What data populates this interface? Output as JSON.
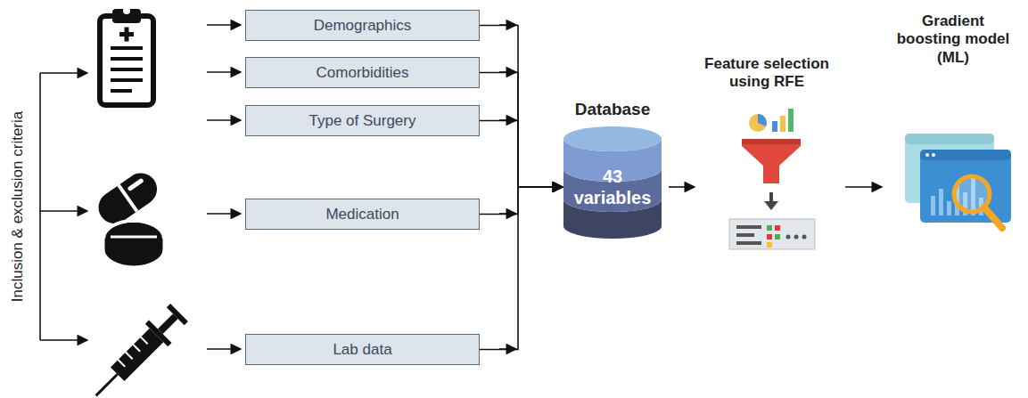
{
  "diagram": {
    "nodes": [
      {
        "text": [
          "Demographics"
        ]
      },
      {
        "text": [
          "Comorbidities"
        ]
      },
      {
        "text": [
          "Type of Surgery"
        ]
      },
      {
        "text": [
          "Medication"
        ]
      },
      {
        "text": [
          "Lab data"
        ]
      },
      {
        "text": [
          "Database",
          "43 variables"
        ]
      },
      {
        "text": [
          "Feature selection using RFE"
        ]
      },
      {
        "text": [
          "Gradient boosting model (ML)"
        ]
      }
    ],
    "edges": [
      {
        "from": 0,
        "to": 5,
        "arrow": "to"
      },
      {
        "from": 1,
        "to": 5,
        "arrow": "to"
      },
      {
        "from": 2,
        "to": 5,
        "arrow": "to"
      },
      {
        "from": 3,
        "to": 5,
        "arrow": "to"
      },
      {
        "from": 4,
        "to": 5,
        "arrow": "to"
      },
      {
        "from": 5,
        "to": 6,
        "arrow": "to"
      },
      {
        "from": 6,
        "to": 7,
        "arrow": "to"
      }
    ],
    "labels": [
      "Inclusion & exclusion criteria"
    ]
  }
}
